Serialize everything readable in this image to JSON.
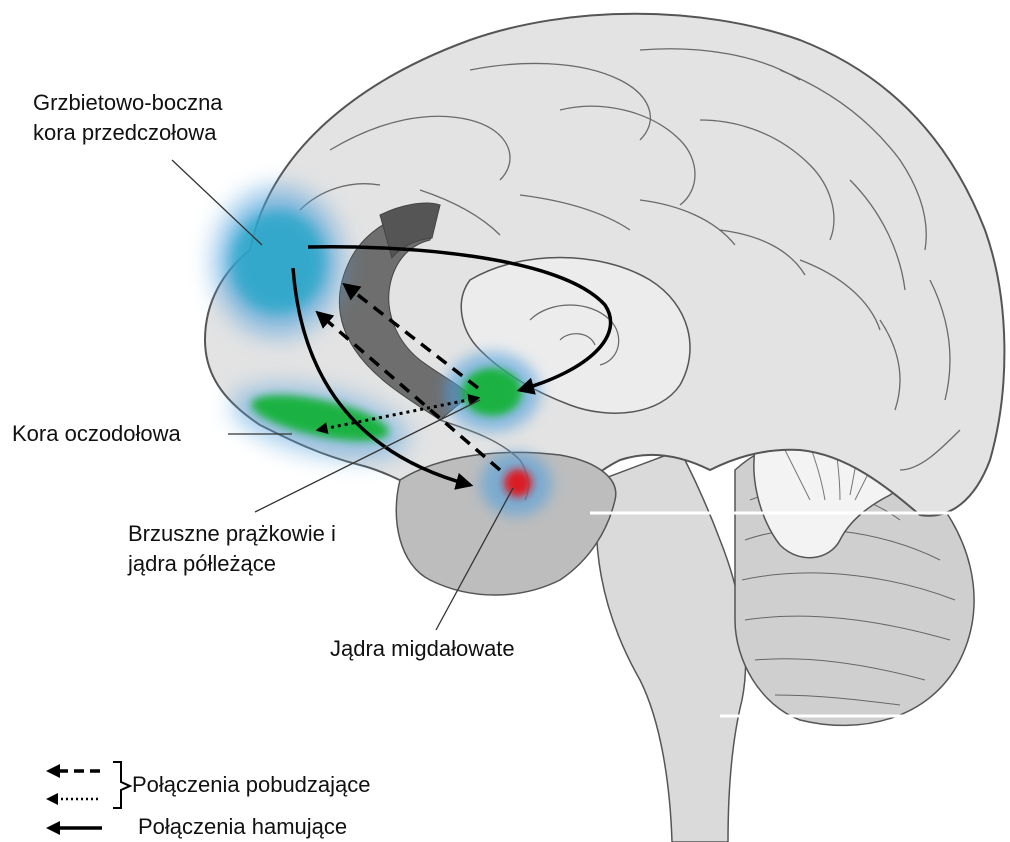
{
  "labels": {
    "dlpfc": {
      "line1": "Grzbietowo-boczna",
      "line2": "kora przedczołowa"
    },
    "ofc": "Kora oczodołowa",
    "ventral_striatum": {
      "line1": "Brzuszne prążkowie i",
      "line2": "jądra półleżące"
    },
    "amygdala": "Jądra migdałowate"
  },
  "legend": {
    "excitatory": "Połączenia pobudzające",
    "inhibitory": "Połączenia hamujące"
  },
  "colors": {
    "region_blue": "#4f9fdc",
    "dlpfc_cyan": "#27a6c8",
    "striatum_green": "#16b23a",
    "amygdala_red": "#e0141c",
    "brain_gray": "#e1e1e1",
    "dark_gray": "#7d7d7d",
    "outline": "#555555"
  }
}
